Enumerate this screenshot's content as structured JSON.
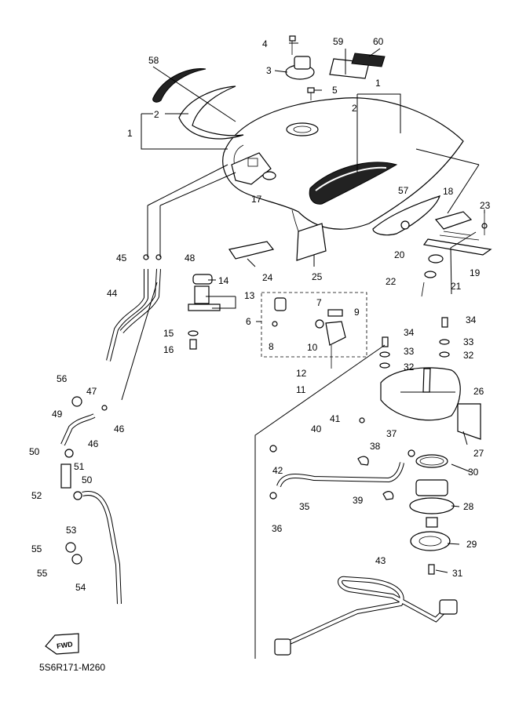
{
  "diagram_code": "5S6R171-M260",
  "fwd_label": "FWD",
  "callouts": {
    "c1a": "1",
    "c1b": "1",
    "c2a": "2",
    "c2b": "2",
    "c3": "3",
    "c4": "4",
    "c5": "5",
    "c6": "6",
    "c7": "7",
    "c8": "8",
    "c9": "9",
    "c10": "10",
    "c11": "11",
    "c12": "12",
    "c13": "13",
    "c14": "14",
    "c15": "15",
    "c16": "16",
    "c17": "17",
    "c18": "18",
    "c19": "19",
    "c20": "20",
    "c21": "21",
    "c22": "22",
    "c23": "23",
    "c24": "24",
    "c25": "25",
    "c26": "26",
    "c27": "27",
    "c28": "28",
    "c29": "29",
    "c30": "30",
    "c31": "31",
    "c32": "32",
    "c33": "33",
    "c34a": "34",
    "c34b": "34",
    "c35": "35",
    "c36": "36",
    "c37": "37",
    "c38": "38",
    "c39": "39",
    "c40": "40",
    "c41": "41",
    "c42": "42",
    "c43": "43",
    "c44": "44",
    "c45": "45",
    "c46a": "46",
    "c46b": "46",
    "c47": "47",
    "c48": "48",
    "c49": "49",
    "c50a": "50",
    "c50b": "50",
    "c51": "51",
    "c52": "52",
    "c53": "53",
    "c54": "54",
    "c55a": "55",
    "c55b": "55",
    "c56": "56",
    "c57": "57",
    "c58": "58",
    "c59": "59",
    "c60": "60",
    "c32b": "32",
    "c33b": "33"
  }
}
